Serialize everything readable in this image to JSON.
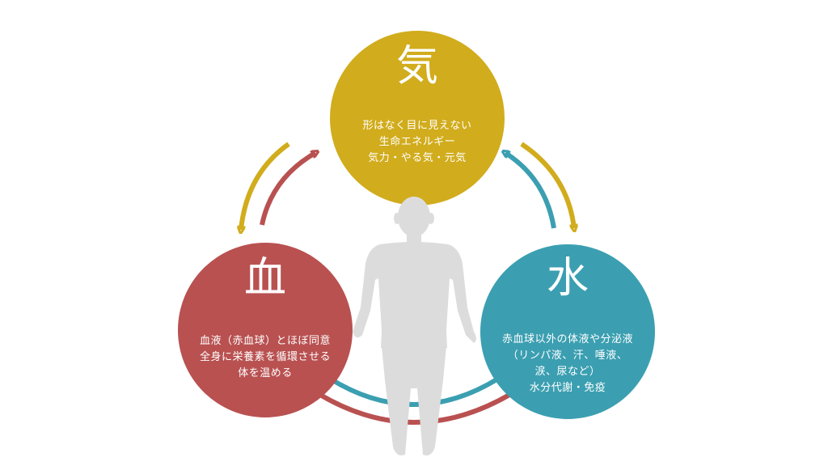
{
  "colors": {
    "ki": "#d1ac1c",
    "ketsu": "#b95151",
    "sui": "#3b9fb1",
    "body": "#dcdcdc"
  },
  "nodes": {
    "ki": {
      "kanji": "気",
      "lines": [
        "形はなく目に見えない",
        "生命エネルギー",
        "気力・やる気・元気"
      ]
    },
    "ketsu": {
      "kanji": "血",
      "lines": [
        "血液（赤血球）とほぼ同意",
        "全身に栄養素を循環させる",
        "体を温める"
      ]
    },
    "sui": {
      "kanji": "水",
      "lines": [
        "赤血球以外の体液や分泌液",
        "（リンパ液、汗、唾液、",
        "涙、尿など）",
        "水分代謝・免疫"
      ]
    }
  },
  "figure_icon": "human-body-silhouette-icon"
}
